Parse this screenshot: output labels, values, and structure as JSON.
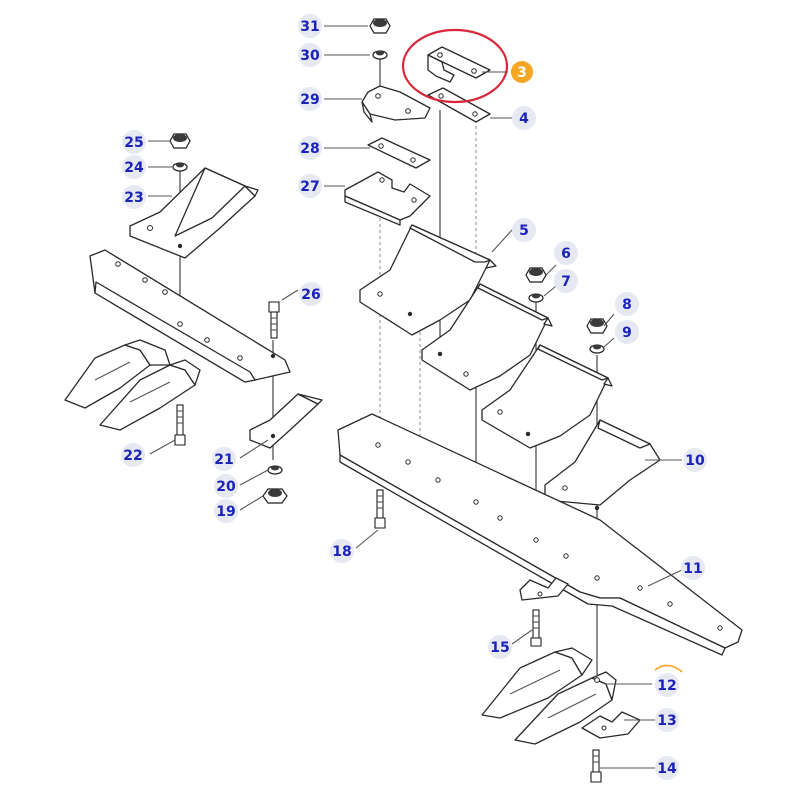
{
  "highlight": {
    "part_number": "3",
    "ring_color": "#d9283a",
    "badge_color": "#f5a623"
  },
  "colors": {
    "callout_text": "#1a22b8",
    "callout_bg": "#e6e8f2",
    "line": "#2a2a2a"
  },
  "callouts": [
    {
      "id": "31",
      "label": "31"
    },
    {
      "id": "30",
      "label": "30"
    },
    {
      "id": "29",
      "label": "29"
    },
    {
      "id": "28",
      "label": "28"
    },
    {
      "id": "27",
      "label": "27"
    },
    {
      "id": "3",
      "label": "3"
    },
    {
      "id": "4",
      "label": "4"
    },
    {
      "id": "5",
      "label": "5"
    },
    {
      "id": "6",
      "label": "6"
    },
    {
      "id": "7",
      "label": "7"
    },
    {
      "id": "8",
      "label": "8"
    },
    {
      "id": "9",
      "label": "9"
    },
    {
      "id": "10",
      "label": "10"
    },
    {
      "id": "11",
      "label": "11"
    },
    {
      "id": "12",
      "label": "12"
    },
    {
      "id": "13",
      "label": "13"
    },
    {
      "id": "14",
      "label": "14"
    },
    {
      "id": "15",
      "label": "15"
    },
    {
      "id": "18",
      "label": "18"
    },
    {
      "id": "19",
      "label": "19"
    },
    {
      "id": "20",
      "label": "20"
    },
    {
      "id": "21",
      "label": "21"
    },
    {
      "id": "22",
      "label": "22"
    },
    {
      "id": "23",
      "label": "23"
    },
    {
      "id": "24",
      "label": "24"
    },
    {
      "id": "25",
      "label": "25"
    },
    {
      "id": "26",
      "label": "26"
    }
  ]
}
